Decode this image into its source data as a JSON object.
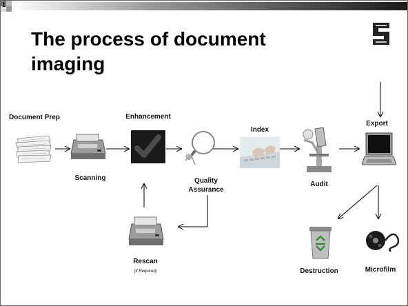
{
  "slide": {
    "number": "1",
    "title": "The process of document imaging"
  },
  "labels": {
    "document_prep": "Document Prep",
    "scanning": "Scanning",
    "enhancement": "Enhancement",
    "quality": "Quality",
    "assurance": "Assurance",
    "index": "Index",
    "audit": "Audit",
    "export": "Export",
    "rescan": "Rescan",
    "if_required": "(If Required)",
    "destruction": "Destruction",
    "microfilm": "Microfilm"
  },
  "icons": {
    "logo": "company-logo-icon",
    "documents": "paper-stack-icon",
    "scanner": "scanner-icon",
    "enhancement": "checkmark-icon",
    "quality": "magnifier-icon",
    "index": "keyboard-typing-icon",
    "audit": "microscope-icon",
    "export": "laptop-icon",
    "rescan": "scanner-icon",
    "destruction": "recycle-bin-icon",
    "microfilm": "film-reel-icon"
  },
  "colors": {
    "accent_dark": "#333333",
    "recycle_green": "#3a8a3a",
    "check_dark": "#1a1a1a"
  }
}
